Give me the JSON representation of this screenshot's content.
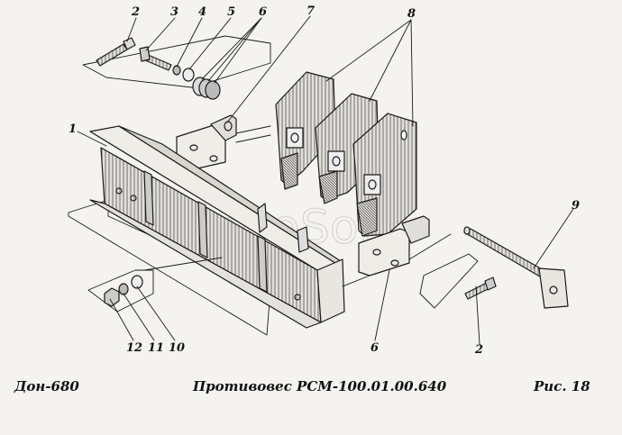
{
  "watermark": "AutoSoft",
  "caption": {
    "model": "Дон-680",
    "title": "Противовес РСМ-100.01.00.640",
    "figure": "Рис.  18"
  },
  "callouts": [
    {
      "id": "c2a",
      "label": "2"
    },
    {
      "id": "c3",
      "label": "3"
    },
    {
      "id": "c4",
      "label": "4"
    },
    {
      "id": "c5",
      "label": "5"
    },
    {
      "id": "c6a",
      "label": "6"
    },
    {
      "id": "c7",
      "label": "7"
    },
    {
      "id": "c8",
      "label": "8"
    },
    {
      "id": "c1",
      "label": "1"
    },
    {
      "id": "c9",
      "label": "9"
    },
    {
      "id": "c6b",
      "label": "6"
    },
    {
      "id": "c2b",
      "label": "2"
    },
    {
      "id": "c12",
      "label": "12"
    },
    {
      "id": "c11",
      "label": "11"
    },
    {
      "id": "c10",
      "label": "10"
    }
  ]
}
